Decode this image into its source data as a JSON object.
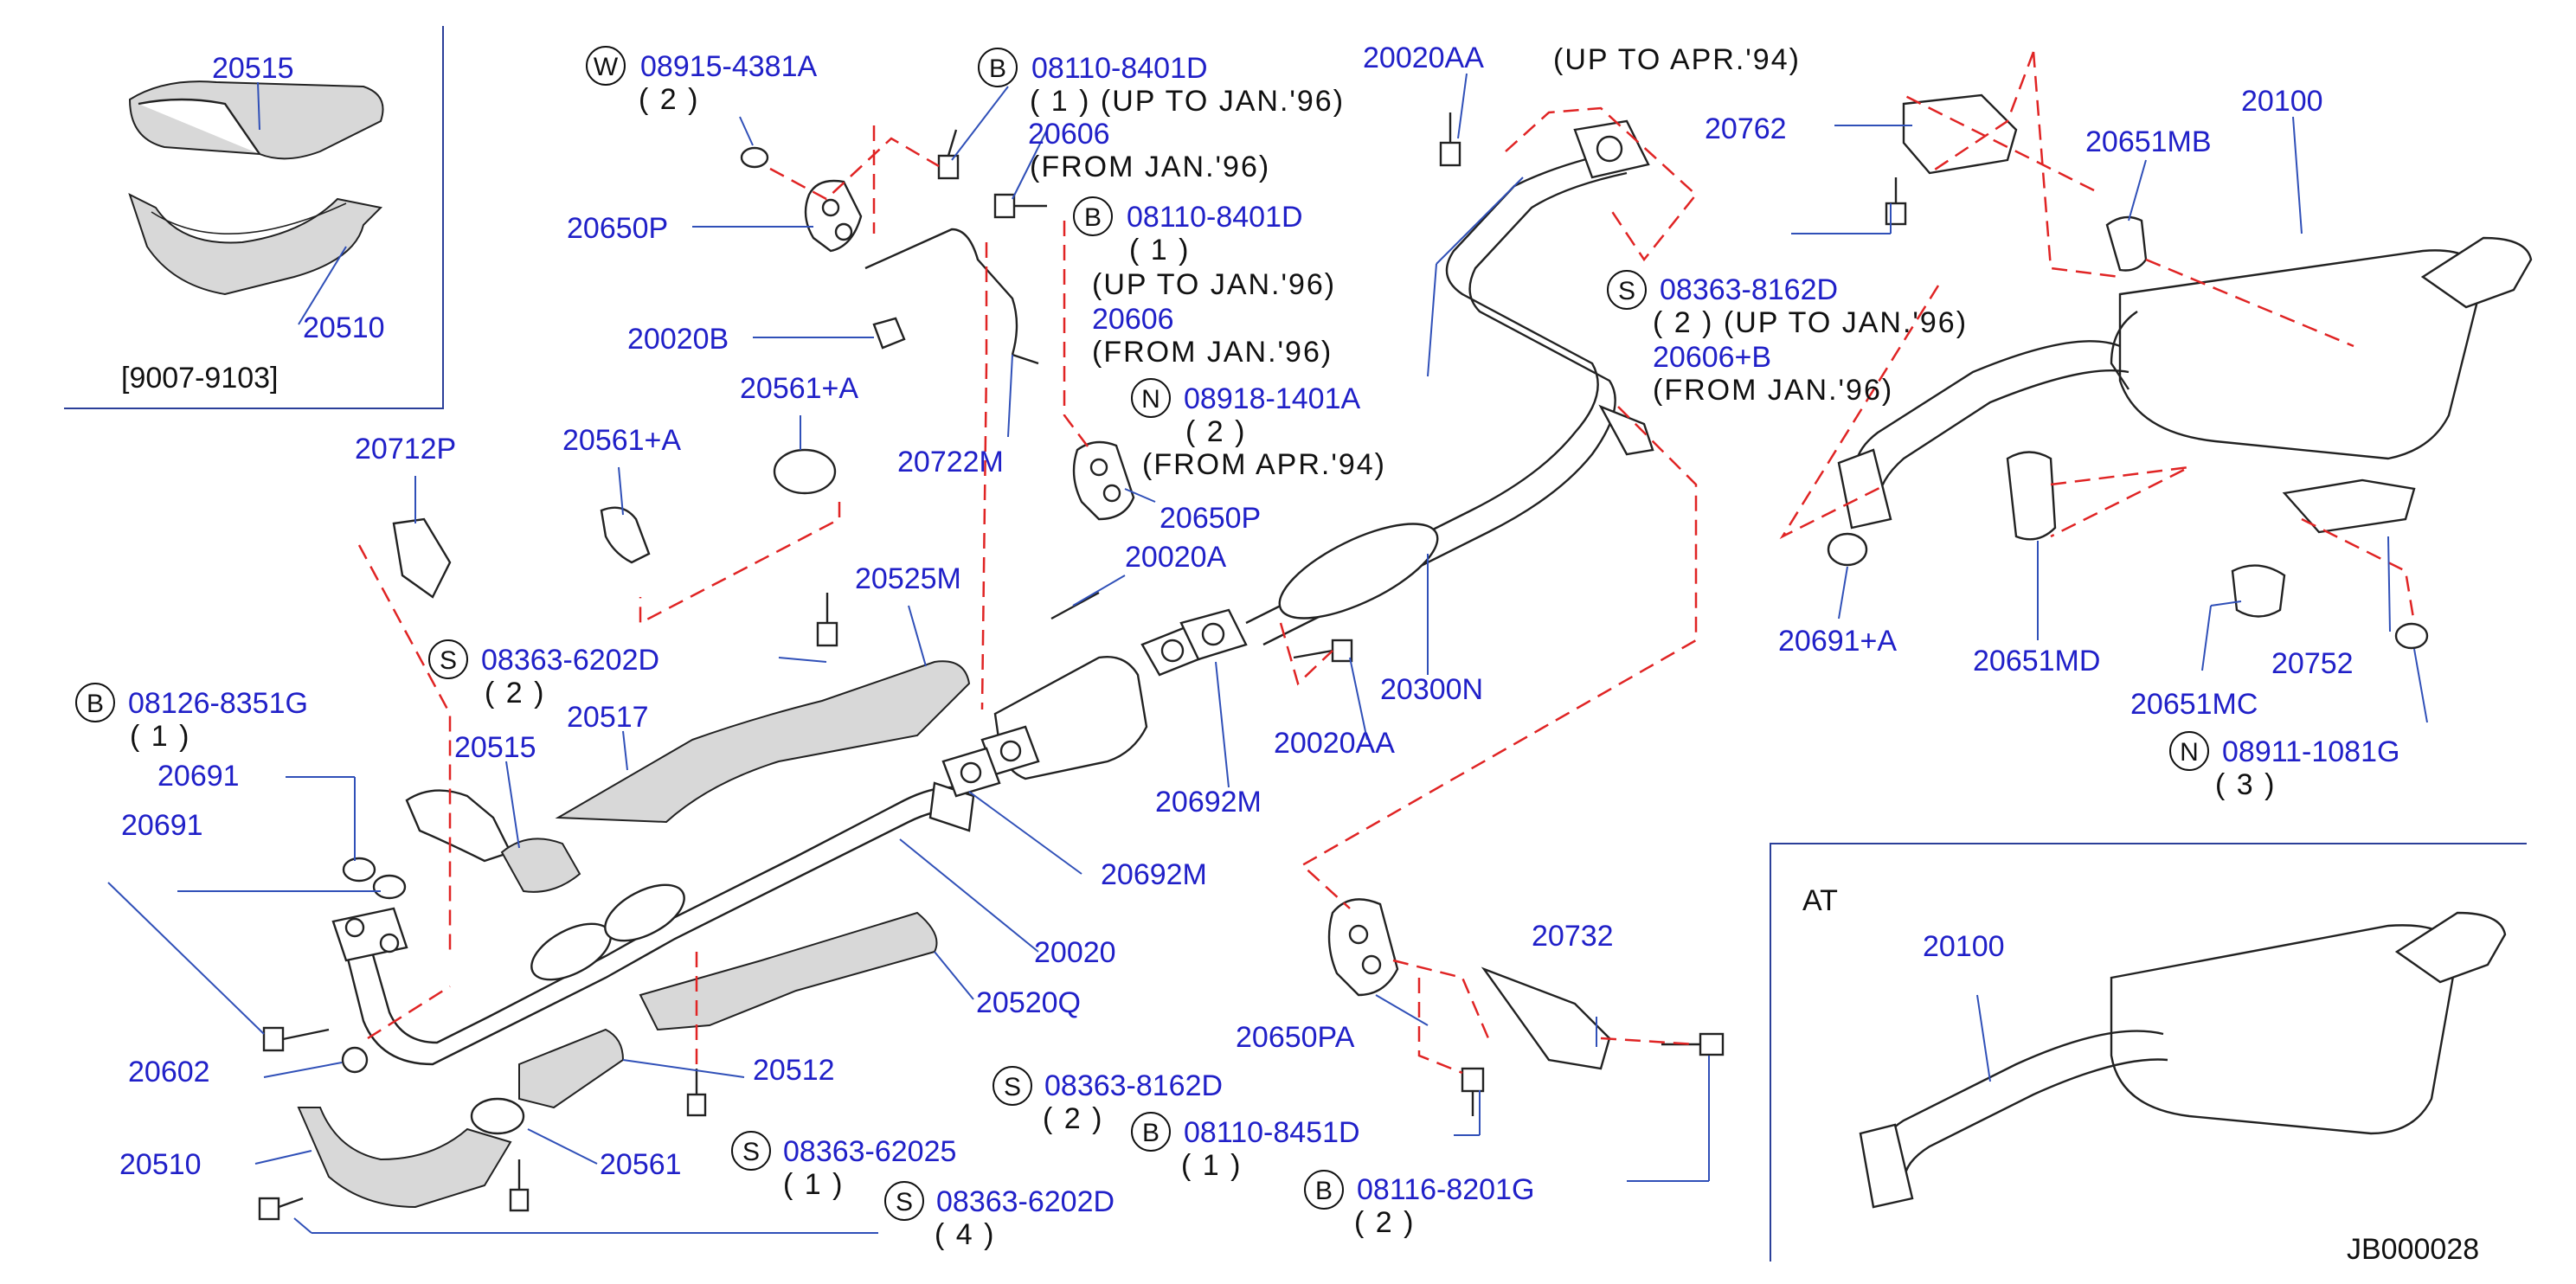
{
  "drawing": {
    "code": "JB000028",
    "inset_range": "[9007-9103]",
    "at_label": "AT"
  },
  "colors": {
    "part_number": "#2020c8",
    "leader": "#3050b8",
    "dashed": "#e02424",
    "text": "#111111"
  },
  "parts": {
    "p20515_inset": "20515",
    "p20510_inset": "20510",
    "p20650P_a": "20650P",
    "p20020B": "20020B",
    "p20722M": "20722M",
    "p20561A_a": "20561+A",
    "p20561A_b": "20561+A",
    "p20712P": "20712P",
    "p20525M": "20525M",
    "p20517": "20517",
    "p20515": "20515",
    "p20691_a": "20691",
    "p20691_b": "20691",
    "p20602": "20602",
    "p20510": "20510",
    "p20561": "20561",
    "p20512": "20512",
    "p20520Q": "20520Q",
    "p20020": "20020",
    "p20692M_a": "20692M",
    "p20692M_b": "20692M",
    "p20020A": "20020A",
    "p20020AA_top": "20020AA",
    "p20020AA_mid": "20020AA",
    "p20300N": "20300N",
    "p20650P_b": "20650P",
    "p20606_a": "20606",
    "p20606_b": "20606",
    "p20606B": "20606+B",
    "p20762": "20762",
    "p20651MB": "20651MB",
    "p20100": "20100",
    "p20691A": "20691+A",
    "p20651MD": "20651MD",
    "p20651MC": "20651MC",
    "p20752": "20752",
    "p20650PA": "20650PA",
    "p20732": "20732",
    "p20100_at": "20100"
  },
  "fasteners": {
    "w08915": {
      "prefix": "W",
      "number": "08915-4381A",
      "qty": "( 2 )"
    },
    "b08110_a": {
      "prefix": "B",
      "number": "08110-8401D",
      "qty": "( 1 ) (UP  TO  JAN.'96)"
    },
    "b08110_b": {
      "prefix": "B",
      "number": "08110-8401D",
      "qty": "( 1 )"
    },
    "n08918": {
      "prefix": "N",
      "number": "08918-1401A",
      "qty": "( 2 )"
    },
    "s08363_6202D_a": {
      "prefix": "S",
      "number": "08363-6202D",
      "qty": "( 2 )"
    },
    "b08126": {
      "prefix": "B",
      "number": "08126-8351G",
      "qty": "( 1 )"
    },
    "s08363_8162D_a": {
      "prefix": "S",
      "number": "08363-8162D",
      "qty": "( 2 ) (UP  TO  JAN.'96)"
    },
    "n08911": {
      "prefix": "N",
      "number": "08911-1081G",
      "qty": "( 3 )"
    },
    "s08363_8162D_b": {
      "prefix": "S",
      "number": "08363-8162D",
      "qty": "( 2 )"
    },
    "b08110_8451D": {
      "prefix": "B",
      "number": "08110-8451D",
      "qty": "( 1 )"
    },
    "s08363_62025": {
      "prefix": "S",
      "number": "08363-62025",
      "qty": "( 1 )"
    },
    "s08363_6202D_b": {
      "prefix": "S",
      "number": "08363-6202D",
      "qty": "( 4 )"
    },
    "b08116": {
      "prefix": "B",
      "number": "08116-8201G",
      "qty": "( 2 )"
    }
  },
  "notes": {
    "from_jan96_a": "(FROM  JAN.'96)",
    "up_to_jan96": "(UP  TO  JAN.'96)",
    "from_jan96_b": "(FROM  JAN.'96)",
    "from_apr94": "(FROM  APR.'94)",
    "up_to_apr94": "(UP  TO  APR.'94)",
    "from_jan96_c": "(FROM  JAN.'96)"
  }
}
